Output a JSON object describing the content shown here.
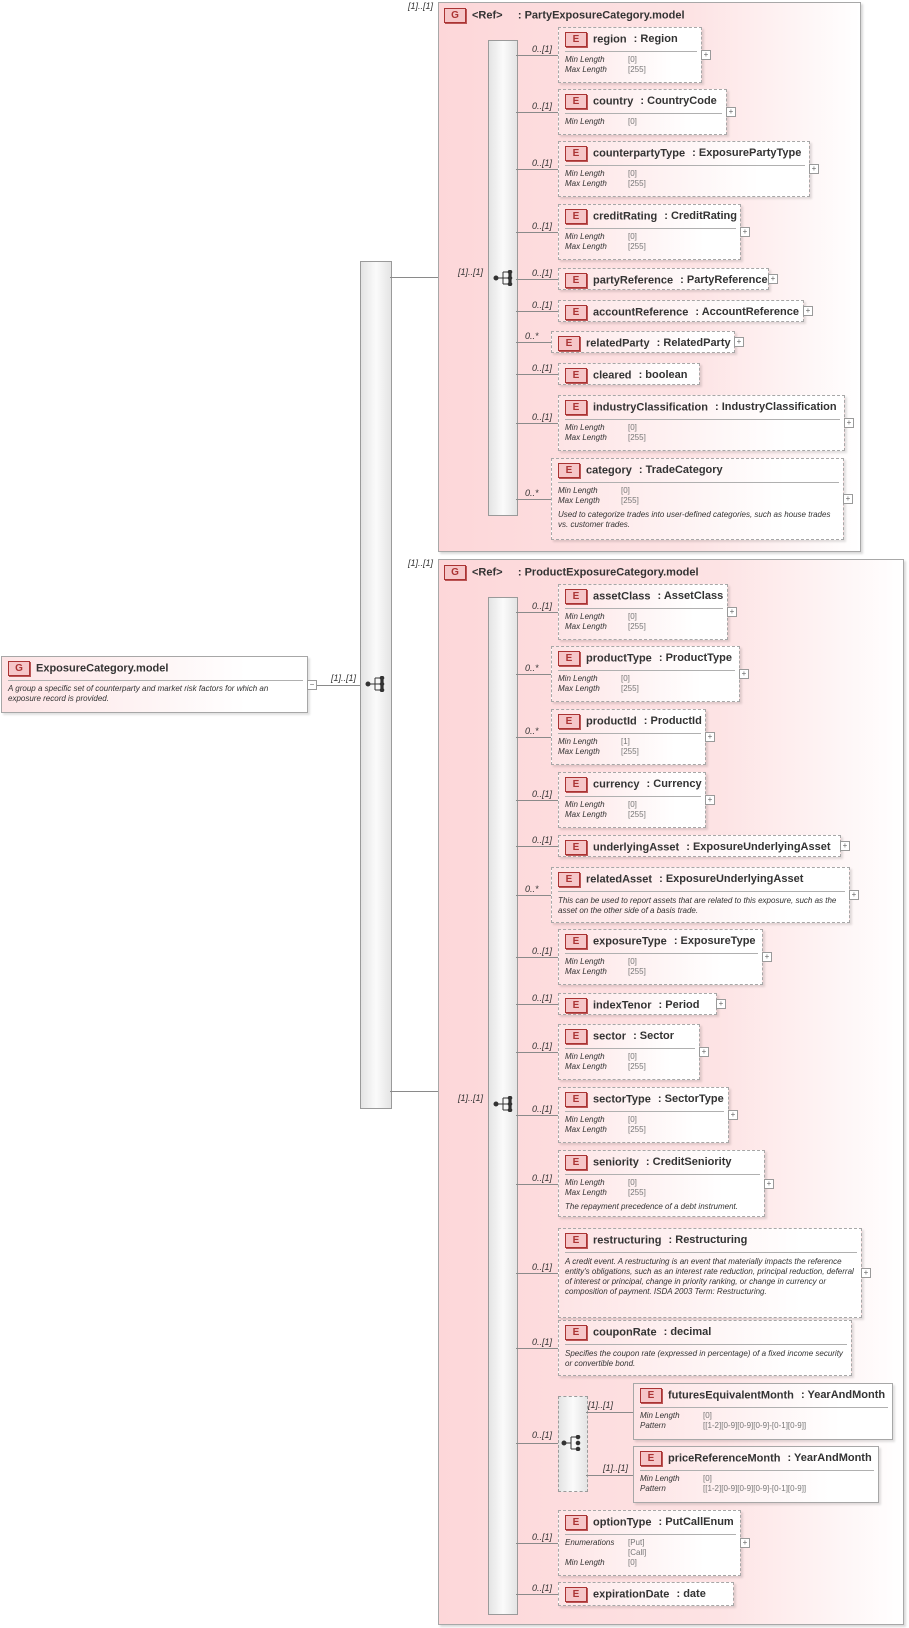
{
  "root": {
    "badge": "G",
    "title": "ExposureCategory.model",
    "doc": "A group a specific set of counterparty and market risk factors for which an exposure record is provided.",
    "mult": "[1]..[1]"
  },
  "groups": [
    {
      "badge": "G",
      "ref_label": "<Ref>",
      "name": ": PartyExposureCategory.model",
      "outer_mult": "[1]..[1]",
      "seq_mult": "[1]..[1]"
    },
    {
      "badge": "G",
      "ref_label": "<Ref>",
      "name": ": ProductExposureCategory.model",
      "outer_mult": "[1]..[1]",
      "seq_mult": "[1]..[1]"
    }
  ],
  "party_elements": [
    {
      "badge": "E",
      "name": "region",
      "type": ": Region",
      "mult": "0..[1]",
      "facets": [
        {
          "k": "Min Length",
          "v": "[0]"
        },
        {
          "k": "Max Length",
          "v": "[255]"
        }
      ]
    },
    {
      "badge": "E",
      "name": "country",
      "type": ": CountryCode",
      "mult": "0..[1]",
      "facets": [
        {
          "k": "Min Length",
          "v": "[0]"
        }
      ]
    },
    {
      "badge": "E",
      "name": "counterpartyType",
      "type": ": ExposurePartyType",
      "mult": "0..[1]",
      "facets": [
        {
          "k": "Min Length",
          "v": "[0]"
        },
        {
          "k": "Max Length",
          "v": "[255]"
        }
      ]
    },
    {
      "badge": "E",
      "name": "creditRating",
      "type": ": CreditRating",
      "mult": "0..[1]",
      "facets": [
        {
          "k": "Min Length",
          "v": "[0]"
        },
        {
          "k": "Max Length",
          "v": "[255]"
        }
      ]
    },
    {
      "badge": "E",
      "name": "partyReference",
      "type": ": PartyReference",
      "mult": "0..[1]",
      "facets": []
    },
    {
      "badge": "E",
      "name": "accountReference",
      "type": ": AccountReference",
      "mult": "0..[1]",
      "facets": []
    },
    {
      "badge": "E",
      "name": "relatedParty",
      "type": ": RelatedParty",
      "mult": "0..*",
      "facets": []
    },
    {
      "badge": "E",
      "name": "cleared",
      "type": ": boolean",
      "mult": "0..[1]",
      "facets": []
    },
    {
      "badge": "E",
      "name": "industryClassification",
      "type": ": IndustryClassification",
      "mult": "0..[1]",
      "facets": [
        {
          "k": "Min Length",
          "v": "[0]"
        },
        {
          "k": "Max Length",
          "v": "[255]"
        }
      ]
    },
    {
      "badge": "E",
      "name": "category",
      "type": ": TradeCategory",
      "mult": "0..*",
      "facets": [
        {
          "k": "Min Length",
          "v": "[0]"
        },
        {
          "k": "Max Length",
          "v": "[255]"
        }
      ],
      "doc": "Used to categorize trades into user-defined categories, such as house trades vs. customer trades."
    }
  ],
  "product_elements": [
    {
      "badge": "E",
      "name": "assetClass",
      "type": ": AssetClass",
      "mult": "0..[1]",
      "facets": [
        {
          "k": "Min Length",
          "v": "[0]"
        },
        {
          "k": "Max Length",
          "v": "[255]"
        }
      ]
    },
    {
      "badge": "E",
      "name": "productType",
      "type": ": ProductType",
      "mult": "0..*",
      "facets": [
        {
          "k": "Min Length",
          "v": "[0]"
        },
        {
          "k": "Max Length",
          "v": "[255]"
        }
      ]
    },
    {
      "badge": "E",
      "name": "productId",
      "type": ": ProductId",
      "mult": "0..*",
      "facets": [
        {
          "k": "Min Length",
          "v": "[1]"
        },
        {
          "k": "Max Length",
          "v": "[255]"
        }
      ]
    },
    {
      "badge": "E",
      "name": "currency",
      "type": ": Currency",
      "mult": "0..[1]",
      "facets": [
        {
          "k": "Min Length",
          "v": "[0]"
        },
        {
          "k": "Max Length",
          "v": "[255]"
        }
      ]
    },
    {
      "badge": "E",
      "name": "underlyingAsset",
      "type": ": ExposureUnderlyingAsset",
      "mult": "0..[1]",
      "facets": []
    },
    {
      "badge": "E",
      "name": "relatedAsset",
      "type": ": ExposureUnderlyingAsset",
      "mult": "0..*",
      "facets": [],
      "doc": "This can be used to report assets that are related to this exposure, such as the asset on the other side of a basis trade."
    },
    {
      "badge": "E",
      "name": "exposureType",
      "type": ": ExposureType",
      "mult": "0..[1]",
      "facets": [
        {
          "k": "Min Length",
          "v": "[0]"
        },
        {
          "k": "Max Length",
          "v": "[255]"
        }
      ]
    },
    {
      "badge": "E",
      "name": "indexTenor",
      "type": ": Period",
      "mult": "0..[1]",
      "facets": []
    },
    {
      "badge": "E",
      "name": "sector",
      "type": ": Sector",
      "mult": "0..[1]",
      "facets": [
        {
          "k": "Min Length",
          "v": "[0]"
        },
        {
          "k": "Max Length",
          "v": "[255]"
        }
      ]
    },
    {
      "badge": "E",
      "name": "sectorType",
      "type": ": SectorType",
      "mult": "0..[1]",
      "facets": [
        {
          "k": "Min Length",
          "v": "[0]"
        },
        {
          "k": "Max Length",
          "v": "[255]"
        }
      ]
    },
    {
      "badge": "E",
      "name": "seniority",
      "type": ": CreditSeniority",
      "mult": "0..[1]",
      "facets": [
        {
          "k": "Min Length",
          "v": "[0]"
        },
        {
          "k": "Max Length",
          "v": "[255]"
        }
      ],
      "doc": "The repayment precedence of a debt instrument."
    },
    {
      "badge": "E",
      "name": "restructuring",
      "type": ": Restructuring",
      "mult": "0..[1]",
      "facets": [],
      "doc": "A credit event. A restructuring is an event that materially impacts the reference entity's obligations, such as an interest rate reduction, principal reduction, deferral of interest or principal, change in priority ranking, or change in currency or composition of payment. ISDA 2003 Term: Restructuring."
    },
    {
      "badge": "E",
      "name": "couponRate",
      "type": ": decimal",
      "mult": "0..[1]",
      "facets": [],
      "doc": "Specifies the coupon rate (expressed in percentage) of a fixed income security or convertible bond."
    },
    {
      "badge": "E",
      "name": "optionType",
      "type": ": PutCallEnum",
      "mult": "0..[1]",
      "facets": [
        {
          "k": "Enumerations",
          "v": "[Put]"
        },
        {
          "k": "",
          "v": "[Call]"
        },
        {
          "k": "Min Length",
          "v": "[0]"
        }
      ]
    },
    {
      "badge": "E",
      "name": "expirationDate",
      "type": ": date",
      "mult": "0..[1]",
      "facets": []
    }
  ],
  "choice": {
    "mult": "0..[1]",
    "items": [
      {
        "badge": "E",
        "name": "futuresEquivalentMonth",
        "type": ": YearAndMonth",
        "mult": "[1]..[1]",
        "facets": [
          {
            "k": "Min Length",
            "v": "[0]"
          },
          {
            "k": "Pattern",
            "v": "[[1-2][0-9][0-9][0-9]-[0-1][0-9]]"
          }
        ]
      },
      {
        "badge": "E",
        "name": "priceReferenceMonth",
        "type": ": YearAndMonth",
        "mult": "[1]..[1]",
        "facets": [
          {
            "k": "Min Length",
            "v": "[0]"
          },
          {
            "k": "Pattern",
            "v": "[[1-2][0-9][0-9][0-9]-[0-1][0-9]]"
          }
        ]
      }
    ]
  }
}
